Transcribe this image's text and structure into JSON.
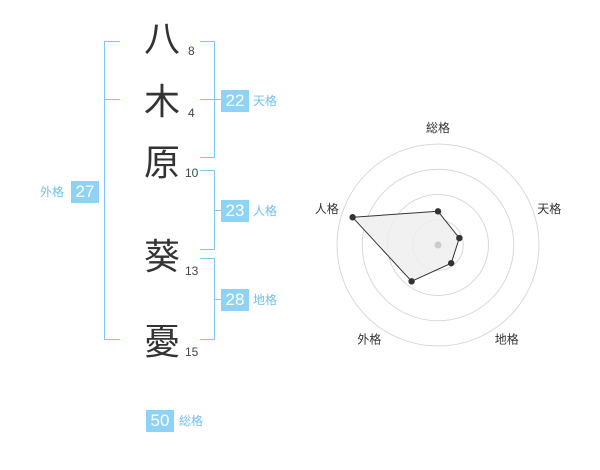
{
  "name_chars": [
    {
      "char": "八",
      "strokes": "8"
    },
    {
      "char": "木",
      "strokes": "4"
    },
    {
      "char": "原",
      "strokes": "10"
    },
    {
      "char": "葵",
      "strokes": "13"
    },
    {
      "char": "憂",
      "strokes": "15"
    }
  ],
  "fortunes": {
    "tenkaku": {
      "value": "22",
      "label": "天格"
    },
    "jinkaku": {
      "value": "23",
      "label": "人格"
    },
    "chikaku": {
      "value": "28",
      "label": "地格"
    },
    "gaikaku": {
      "value": "27",
      "label": "外格"
    },
    "soukaku": {
      "value": "50",
      "label": "総格"
    }
  },
  "colors": {
    "accent": "#8fd3f4",
    "accent_text": "#6fc1ea",
    "bracket": "#7fc9f0",
    "radar_fill": "#efefef",
    "radar_line": "#333333"
  },
  "chart_data": {
    "type": "radar",
    "axes": [
      "総格",
      "天格",
      "地格",
      "外格",
      "人格"
    ],
    "values": [
      1.5,
      1.0,
      1.0,
      2.0,
      4.0
    ],
    "rmax": 4.5,
    "rings": 4,
    "grid": true
  }
}
